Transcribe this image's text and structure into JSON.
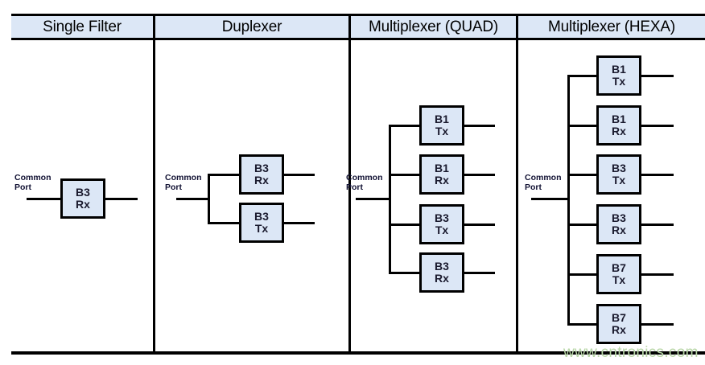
{
  "header": {
    "columns": [
      {
        "label": "Single Filter"
      },
      {
        "label": "Duplexer"
      },
      {
        "label": "Multiplexer (QUAD)"
      },
      {
        "label": "Multiplexer (HEXA)"
      }
    ]
  },
  "common_port_label": {
    "line1": "Common",
    "line2": "Port"
  },
  "watermark": {
    "text": "www.cntronics.com",
    "color": "#b9d7a8"
  },
  "colors": {
    "box_fill": "#dce7f6",
    "header_fill": "#dce7f6",
    "line": "#000000",
    "text": "#1a1a2e",
    "page_background": "#ffffff"
  },
  "columns": [
    {
      "name": "single-filter",
      "title": "Single Filter",
      "branch_count": 1,
      "filters": [
        {
          "band": "B3",
          "direction": "Rx"
        }
      ]
    },
    {
      "name": "duplexer",
      "title": "Duplexer",
      "branch_count": 2,
      "filters": [
        {
          "band": "B3",
          "direction": "Rx"
        },
        {
          "band": "B3",
          "direction": "Tx"
        }
      ]
    },
    {
      "name": "multiplexer-quad",
      "title": "Multiplexer (QUAD)",
      "branch_count": 4,
      "filters": [
        {
          "band": "B1",
          "direction": "Tx"
        },
        {
          "band": "B1",
          "direction": "Rx"
        },
        {
          "band": "B3",
          "direction": "Tx"
        },
        {
          "band": "B3",
          "direction": "Rx"
        }
      ]
    },
    {
      "name": "multiplexer-hexa",
      "title": "Multiplexer (HEXA)",
      "branch_count": 6,
      "filters": [
        {
          "band": "B1",
          "direction": "Tx"
        },
        {
          "band": "B1",
          "direction": "Rx"
        },
        {
          "band": "B3",
          "direction": "Tx"
        },
        {
          "band": "B3",
          "direction": "Rx"
        },
        {
          "band": "B7",
          "direction": "Tx"
        },
        {
          "band": "B7",
          "direction": "Rx"
        }
      ]
    }
  ]
}
